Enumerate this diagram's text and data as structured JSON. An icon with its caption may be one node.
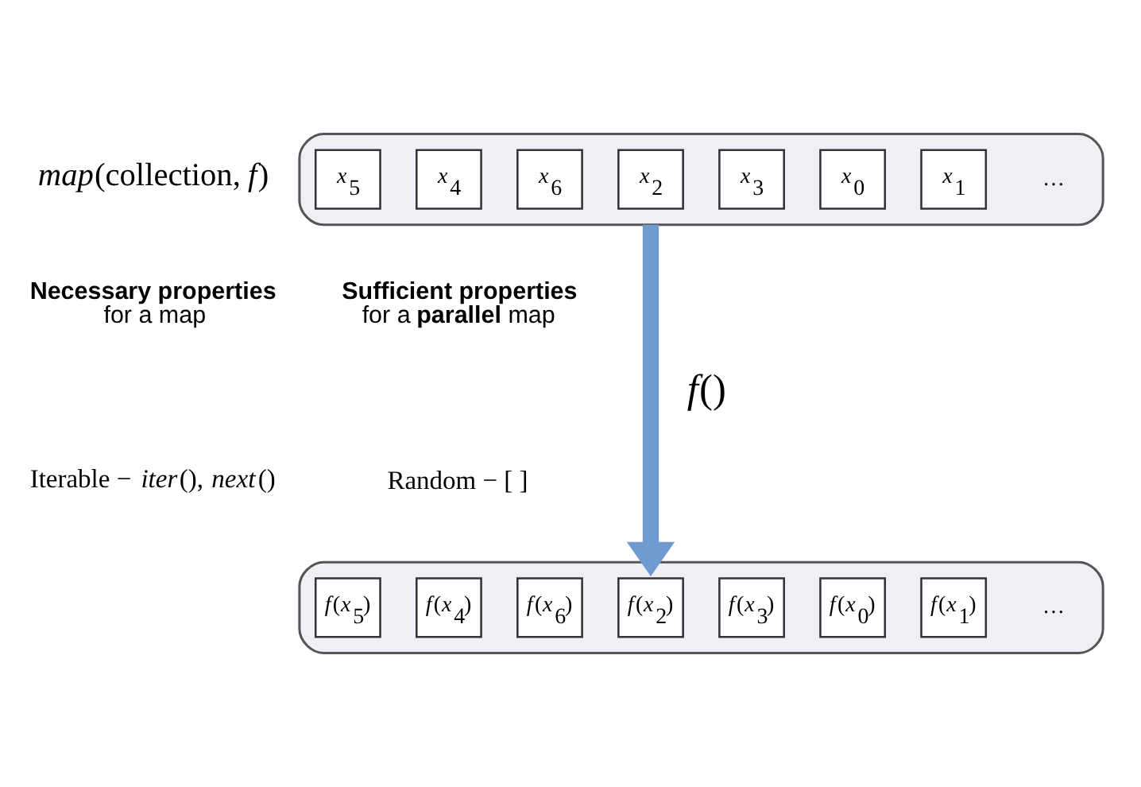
{
  "diagram": {
    "nodes": [
      {
        "text": [],
        "shape": "cloud"
      },
      {
        "text": [
          "*x*$_{1}$"
        ],
        "in": 0
      },
      {
        "text": [
          "*x*$_{0}$"
        ],
        "in": 0
      },
      {
        "text": [
          "*x*$_{3}$"
        ],
        "in": 0
      },
      {
        "text": [
          "*x*$_{2}$"
        ],
        "in": 0
      },
      {
        "text": [
          "*x*$_{6}$"
        ],
        "in": 0
      },
      {
        "text": [
          "*x*$_{4}$"
        ],
        "in": 0
      },
      {
        "text": [
          "*x*$_{5}$"
        ],
        "in": 0
      },
      {
        "text": [],
        "shape": "cloud"
      },
      {
        "text": [
          "*f*(*x*$_{1}$)"
        ],
        "in": 8
      },
      {
        "text": [
          "*f*(*x*$_{0}$)"
        ],
        "in": 8
      },
      {
        "text": [
          "*f*(*x*$_{3}$)"
        ],
        "in": 8
      },
      {
        "text": [
          "*f*(*x*$_{2}$)"
        ],
        "in": 8
      },
      {
        "text": [
          "*f*(*x*$_{6}$)"
        ],
        "in": 8
      },
      {
        "text": [
          "*f*(*x*$_{4}$)"
        ],
        "in": 8
      },
      {
        "text": [
          "*f*(*x*$_{5}$)"
        ],
        "in": 8
      }
    ],
    "edges": [
      {
        "from": 0,
        "to": 8,
        "arrow": "to",
        "label": "*f*()",
        "color": "#6f9bd1"
      }
    ],
    "labels": [
      "…",
      "*map*(collection, *f*)",
      "**Necessary properties** for a map",
      "**Sufficient properties** for a **parallel** map",
      "Iterable − *iter*(), *next*()",
      "Random − [ ]",
      "…"
    ]
  }
}
